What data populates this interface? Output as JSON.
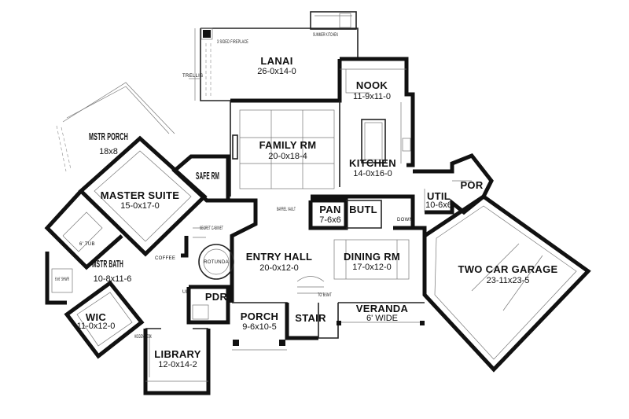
{
  "plan": {
    "rooms": [
      {
        "id": "lanai",
        "name": "LANAI",
        "dim": "26-0x14-0"
      },
      {
        "id": "nook",
        "name": "NOOK",
        "dim": "11-9x11-0"
      },
      {
        "id": "mstr-porch",
        "name": "MSTR PORCH",
        "dim": "18x8"
      },
      {
        "id": "family-rm",
        "name": "FAMILY RM",
        "dim": "20-0x18-4"
      },
      {
        "id": "kitchen",
        "name": "KITCHEN",
        "dim": "14-0x16-0"
      },
      {
        "id": "safe-rm",
        "name": "SAFE RM",
        "dim": ""
      },
      {
        "id": "master-suite",
        "name": "MASTER SUITE",
        "dim": "15-0x17-0"
      },
      {
        "id": "util",
        "name": "UTIL",
        "dim": "10-6x6"
      },
      {
        "id": "por",
        "name": "POR",
        "dim": ""
      },
      {
        "id": "pan",
        "name": "PAN",
        "dim": "7-6x6"
      },
      {
        "id": "butl",
        "name": "BUTL",
        "dim": ""
      },
      {
        "id": "mstr-bath",
        "name": "MSTR BATH",
        "dim": "10-8x11-6"
      },
      {
        "id": "entry-hall",
        "name": "ENTRY HALL",
        "dim": "20-0x12-0"
      },
      {
        "id": "dining-rm",
        "name": "DINING RM",
        "dim": "17-0x12-0"
      },
      {
        "id": "two-car-garage",
        "name": "TWO CAR GARAGE",
        "dim": "23-11x23-5"
      },
      {
        "id": "pdr",
        "name": "PDR",
        "dim": ""
      },
      {
        "id": "wic",
        "name": "WIC",
        "dim": "11-0x12-0"
      },
      {
        "id": "porch",
        "name": "PORCH",
        "dim": "9-6x10-5"
      },
      {
        "id": "stair",
        "name": "STAIR",
        "dim": ""
      },
      {
        "id": "veranda",
        "name": "VERANDA",
        "dim": "6' WIDE"
      },
      {
        "id": "library",
        "name": "LIBRARY",
        "dim": "12-0x14-2"
      }
    ],
    "notes": {
      "summer_kitchen": "SUMMER KITCHEN",
      "fireplace": "3 SIDED FIREPLACE",
      "trellis": "TRELLIS",
      "barrel_vault": "BARREL VAULT",
      "secret_cabinet": "SECRET CABINET",
      "coffee": "COFFEE",
      "rotunda": "ROTUNDA",
      "down": "DOWN",
      "tub": "6' TUB",
      "shwr": "6'x6' SHWR",
      "up": "UP",
      "to_bsmt": "TO BSMT",
      "hidden_desk": "HIDDEN DESK"
    }
  }
}
